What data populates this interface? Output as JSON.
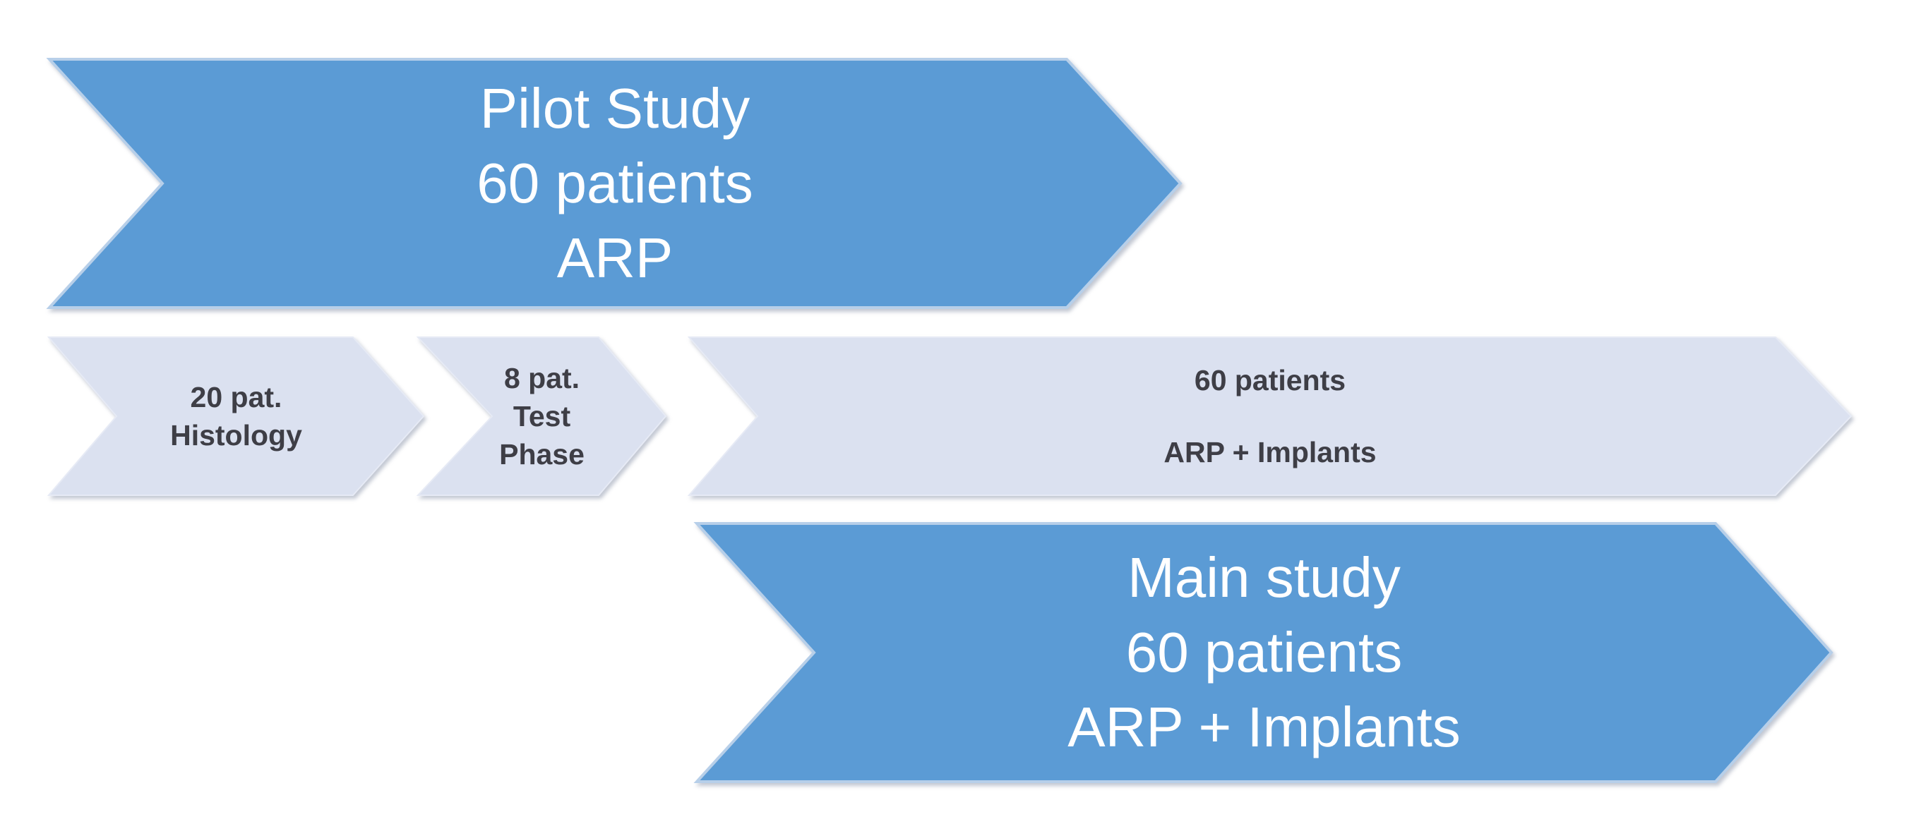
{
  "colors": {
    "blue": "#5b9bd5",
    "light": "#dbe1f0",
    "text_on_blue": "#ffffff",
    "text_on_light": "#3e3e46",
    "background": "#ffffff"
  },
  "arrows": {
    "pilot": {
      "lines": [
        "Pilot Study",
        "60 patients",
        "ARP"
      ]
    },
    "histology": {
      "lines": [
        "20 pat.",
        "Histology"
      ]
    },
    "test_phase": {
      "lines": [
        "8 pat.",
        "Test",
        "Phase"
      ]
    },
    "arp_implants": {
      "lines": [
        "60 patients",
        "ARP + Implants"
      ]
    },
    "main": {
      "lines": [
        "Main study",
        "60 patients",
        "ARP + Implants"
      ]
    }
  }
}
